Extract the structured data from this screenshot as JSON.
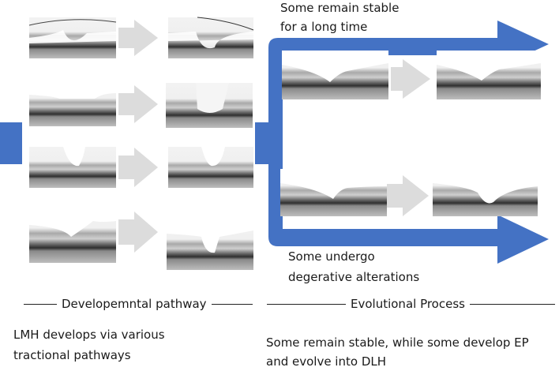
{
  "evolution": {
    "stable_label_line1": "Some remain stable",
    "stable_label_line2": "for a long time",
    "degenerative_label_line1": "Some undergo",
    "degenerative_label_line2": "degerative alterations"
  },
  "sections": {
    "developmental_title": "Developemntal pathway",
    "evolutional_title": "Evolutional Process"
  },
  "captions": {
    "developmental_line1": "LMH develops via various",
    "developmental_line2": "tractional pathways",
    "evolutional_line1": "Some remain stable, while some develop EP",
    "evolutional_line2": "and evolve into DLH"
  },
  "colors": {
    "flow_arrow": "#4472c4",
    "gray_arrow": "#dcdcdc"
  },
  "images": {
    "developmental": [
      "oct-scan",
      "oct-scan",
      "oct-scan",
      "oct-scan",
      "oct-scan",
      "oct-scan",
      "oct-scan",
      "oct-scan"
    ],
    "evolutional": [
      "oct-scan",
      "oct-scan",
      "oct-scan",
      "oct-scan"
    ]
  }
}
